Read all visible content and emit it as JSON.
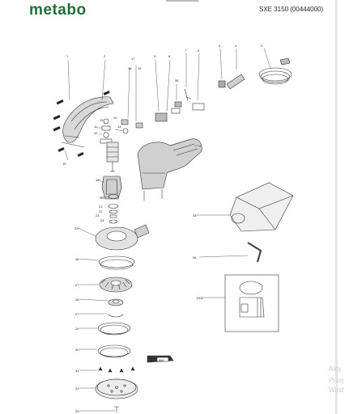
{
  "header": {
    "brand": "metabo",
    "model": "SXE 3150 (00444000)"
  },
  "parts": {
    "p1": "1",
    "p2": "2",
    "p2b": "2",
    "p3": "3",
    "p4": "4",
    "p5": "5",
    "p6": "6",
    "p7": "7",
    "p8": "8",
    "p9": "9",
    "p10": "10",
    "p11": "11",
    "p12": "12",
    "p13": "13",
    "p14": "14",
    "p15": "15",
    "p16": "16",
    "p17": "17",
    "p18": "18",
    "p19": "19",
    "p20": "20",
    "p21": "21",
    "p22": "22",
    "p23": "23",
    "p24": "24",
    "p25": "25",
    "p26": "26",
    "p27": "27",
    "p28": "28",
    "p27b": "27",
    "p29": "29",
    "p30": "30",
    "p31": "31",
    "p32": "32",
    "p33": "33",
    "p34": "34",
    "p35": "35",
    "p36": "36",
    "p1001": "1001"
  },
  "tube_label": "880",
  "watermark": {
    "line1": "Akty",
    "line2": "Przej",
    "line3": "Wind"
  },
  "colors": {
    "brand": "#1f6f3a",
    "line": "#333333",
    "watermark": "#c9c9c9"
  }
}
